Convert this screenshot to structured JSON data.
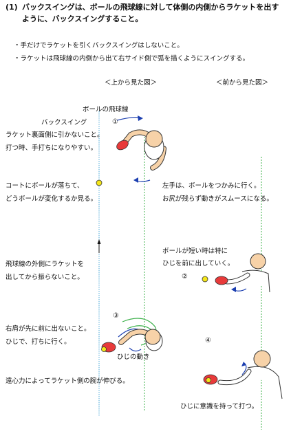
{
  "heading": {
    "number": "(1)",
    "line1": "バックスイングは、ボールの飛球線に対して体側の内側からラケットを出す",
    "line2": "ように、バックスイングすること。"
  },
  "bullets": [
    "・手だけでラケットを引くバックスイングはしないこと。",
    "・ラケットは飛球線の内側から出て右サイド側で弧を描くようにスイングする。"
  ],
  "captions": {
    "top_view": "＜上から見た図＞",
    "front_view": "＜前から見た図＞"
  },
  "labels": {
    "ball_line": "ボールの飛球線",
    "backswing": "バックスイング",
    "num1": "①",
    "num2": "②",
    "num3": "③",
    "num4": "④",
    "elbow_motion": "ひじの動き"
  },
  "notes": {
    "n1a": "ラケット裏面側に引かないこと。",
    "n1b": "打つ時、手打ちになりやすい。",
    "n2a": "コートにボールが落ちて、",
    "n2b": "どうボールが変化するか見る。",
    "n3a": "左手は、ボールをつかみに行く。",
    "n3b": "お尻が残らず動きがスムースになる。",
    "n4a": "ボールが短い時は特に",
    "n4b": "ひじを前に出していく。",
    "n5a": "飛球線の外側にラケットを",
    "n5b": "出してから振らないこと。",
    "n6a": "右肩が先に前に出ないこと。",
    "n6b": "ひじで、打ちに行く。",
    "n7": "遠心力によってラケット側の腕が伸びる。",
    "n8": "ひじに意識を持って打つ。"
  },
  "colors": {
    "blue_line": "#4aa8d8",
    "green_line": "#3cb04a",
    "arrow_blue": "#1c3fb0",
    "ball": "#f5e619",
    "racket": "#e83a3a",
    "skin": "#f7d2a8",
    "outline": "#333333"
  }
}
